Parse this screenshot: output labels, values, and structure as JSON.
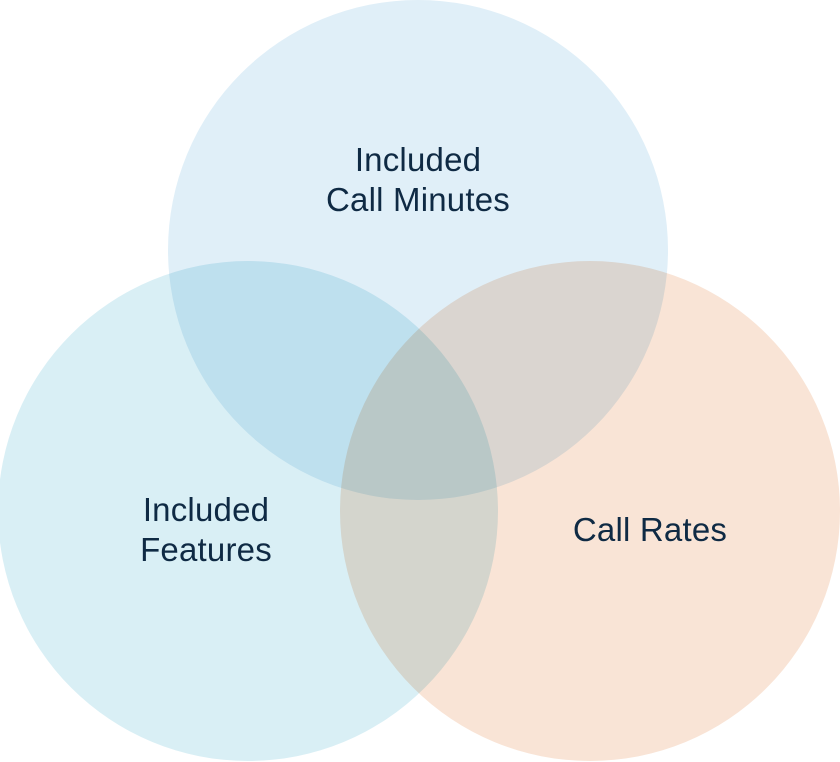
{
  "diagram": {
    "circles": [
      {
        "id": "top",
        "lines": [
          "Included",
          "Call Minutes"
        ],
        "color": "#e0eff8"
      },
      {
        "id": "left",
        "lines": [
          "Included",
          "Features"
        ],
        "color": "#d9eff5"
      },
      {
        "id": "right",
        "lines": [
          "Call Rates"
        ],
        "color": "#f9e4d6"
      }
    ],
    "text_color": "#0f2a44"
  }
}
